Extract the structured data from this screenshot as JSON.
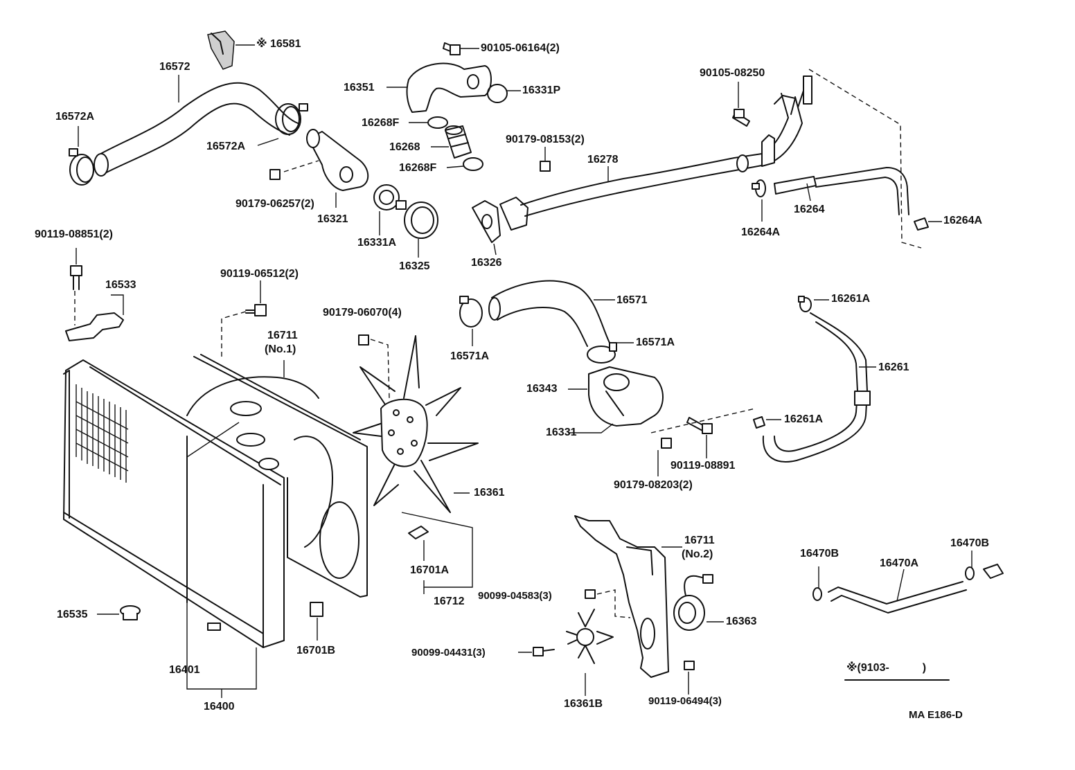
{
  "labels": {
    "p16581": "※ 16581",
    "p16572": "16572",
    "p16572A_a": "16572A",
    "p16572A_b": "16572A",
    "p90105_06164": "90105-06164(2)",
    "p16351": "16351",
    "p16331P": "16331P",
    "p16268F_a": "16268F",
    "p16268": "16268",
    "p16268F_b": "16268F",
    "p90179_06257": "90179-06257(2)",
    "p16321": "16321",
    "p16331A": "16331A",
    "p16325": "16325",
    "p16326": "16326",
    "p90105_08250": "90105-08250",
    "p90179_08153": "90179-08153(2)",
    "p16278": "16278",
    "p16264": "16264",
    "p16264A_a": "16264A",
    "p16264A_b": "16264A",
    "p90119_08851": "90119-08851(2)",
    "p16533": "16533",
    "p90119_06512": "90119-06512(2)",
    "p90179_06070": "90179-06070(4)",
    "p16711_1": "16711",
    "p16711_1_sub": "(No.1)",
    "p16571": "16571",
    "p16571A_a": "16571A",
    "p16571A_b": "16571A",
    "p16261A_a": "16261A",
    "p16261": "16261",
    "p16343": "16343",
    "p16331": "16331",
    "p16261A_b": "16261A",
    "p90119_08891": "90119-08891",
    "p90179_08203": "90179-08203(2)",
    "p16361": "16361",
    "p16701A": "16701A",
    "p16712": "16712",
    "p16711_2": "16711",
    "p16711_2_sub": "(No.2)",
    "p90099_04583": "90099-04583(3)",
    "p16363": "16363",
    "p16470B_a": "16470B",
    "p16470A": "16470A",
    "p16470B_b": "16470B",
    "p16535": "16535",
    "p16701B": "16701B",
    "p90099_04431": "90099-04431(3)",
    "p16401": "16401",
    "p16400": "16400",
    "p16361B": "16361B",
    "p90119_06494": "90119-06494(3)",
    "footnote": "※(9103-　　　)",
    "code": "MA E186-D"
  },
  "icons": [
    "radiator",
    "fan-shroud",
    "cooling-fan",
    "hose",
    "clamp",
    "bolt",
    "thermostat",
    "gasket",
    "water-inlet",
    "fan-motor"
  ]
}
